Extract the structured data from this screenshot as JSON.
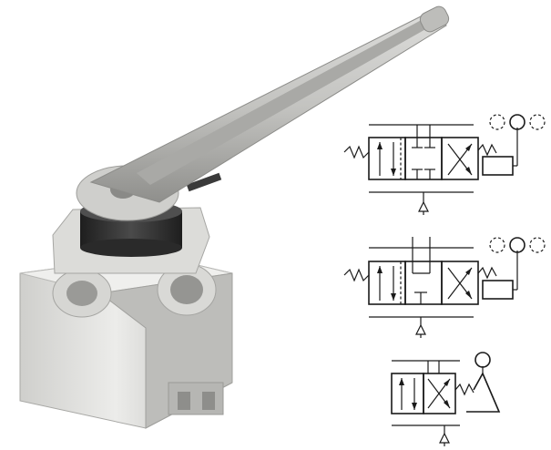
{
  "figure": {
    "subject": "",
    "colors": {
      "metal_light": "#e4e4e2",
      "metal_mid": "#c9c9c6",
      "metal_dark": "#9a9a97",
      "knob_black": "#2b2b2b",
      "line": "#1a1a1a",
      "background": "#ffffff"
    },
    "symbols": [
      {
        "icon": "valve-symbol-icon",
        "variant": "4-way 3-position with detent"
      },
      {
        "icon": "valve-symbol-icon",
        "variant": "4-way 3-position closed center"
      },
      {
        "icon": "valve-symbol-icon",
        "variant": "4-way 2-position spring return"
      }
    ]
  }
}
